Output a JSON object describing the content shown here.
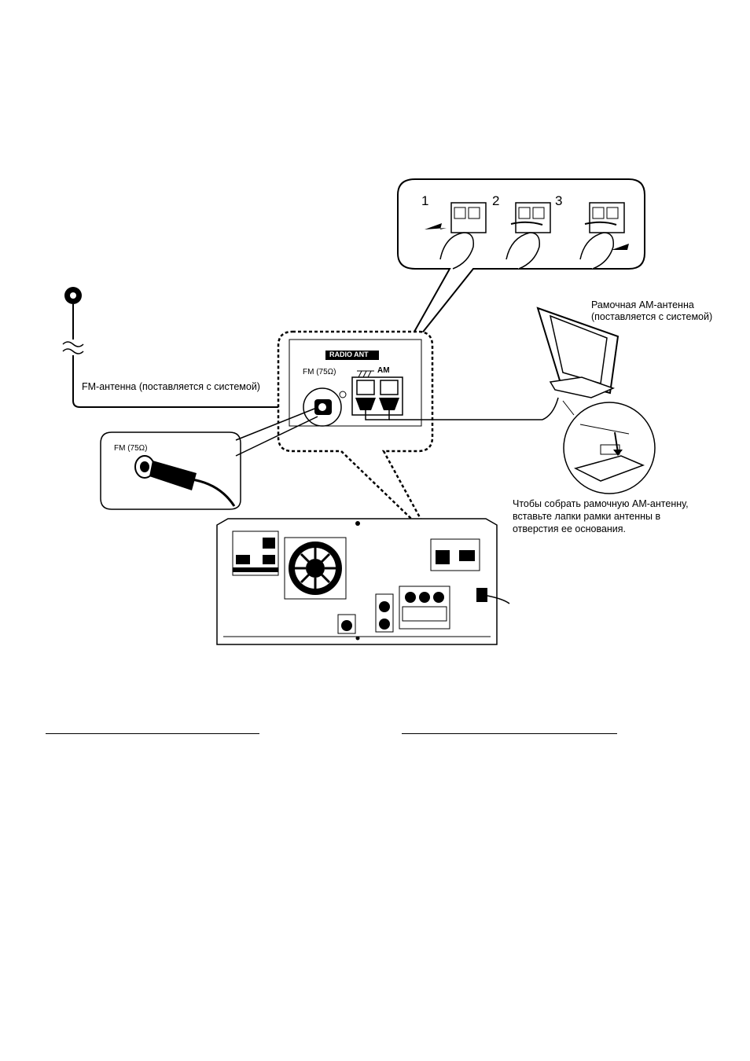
{
  "steps": [
    "1",
    "2",
    "3"
  ],
  "labels": {
    "fm_antenna": "FM-антенна (поставляется с системой)",
    "am_loop_line1": "Рамочная AM-антенна",
    "am_loop_line2": "(поставляется с системой)",
    "assemble_line1": "Чтобы собрать рамочную AM-антенну,",
    "assemble_line2": "вставьте лапки рамки антенны в",
    "assemble_line3": "отверстия ее основания."
  },
  "panel": {
    "radio_ant": "RADIO ANT",
    "fm_75": "FM (75Ω)",
    "am": "AM"
  },
  "inset_fm_label": "FM (75Ω)"
}
